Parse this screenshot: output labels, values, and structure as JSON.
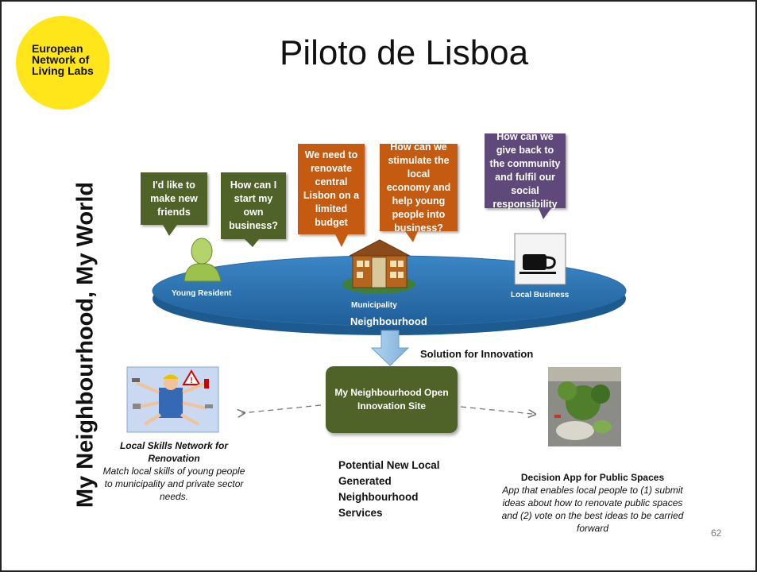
{
  "logo": {
    "lines": [
      "European",
      "Network of",
      "Living Labs"
    ]
  },
  "title": "Piloto de Lisboa",
  "side_title": "My Neighbourhood, My World",
  "bubbles": [
    {
      "text": "I'd like to make new friends",
      "color": "#4f6228"
    },
    {
      "text": "How can I start my own business?",
      "color": "#4f6228"
    },
    {
      "text": "We need to renovate central Lisbon on a limited budget",
      "color": "#c55a11"
    },
    {
      "text": "How can we stimulate the local economy and help young people into business?",
      "color": "#c55a11"
    },
    {
      "text": "How can we give back to the community and fulfil our social responsibility",
      "color": "#5f497a"
    }
  ],
  "actors": {
    "young_resident": "Young Resident",
    "municipality": "Municipality",
    "local_business": "Local Business"
  },
  "neighbourhood_label": "Neighbourhood",
  "solution_label": "Solution for Innovation",
  "solution_box": "My Neighbourhood Open Innovation Site",
  "left_caption": {
    "title": "Local Skills Network for Renovation",
    "text": "Match local skills of young people to municipality and private sector needs."
  },
  "center_caption": "Potential New Local Generated Neighbourhood Services",
  "right_caption": {
    "title": "Decision App for Public Spaces",
    "text": "App that enables local people to (1) submit ideas about how to renovate public spaces and (2) vote on the best ideas to be carried forward"
  },
  "page_number": "62",
  "colors": {
    "logo": "#ffe61a",
    "ellipse": "#2e75b6",
    "green": "#4f6228",
    "orange": "#c55a11",
    "purple": "#5f497a",
    "arrow": "#9dc3e6"
  }
}
